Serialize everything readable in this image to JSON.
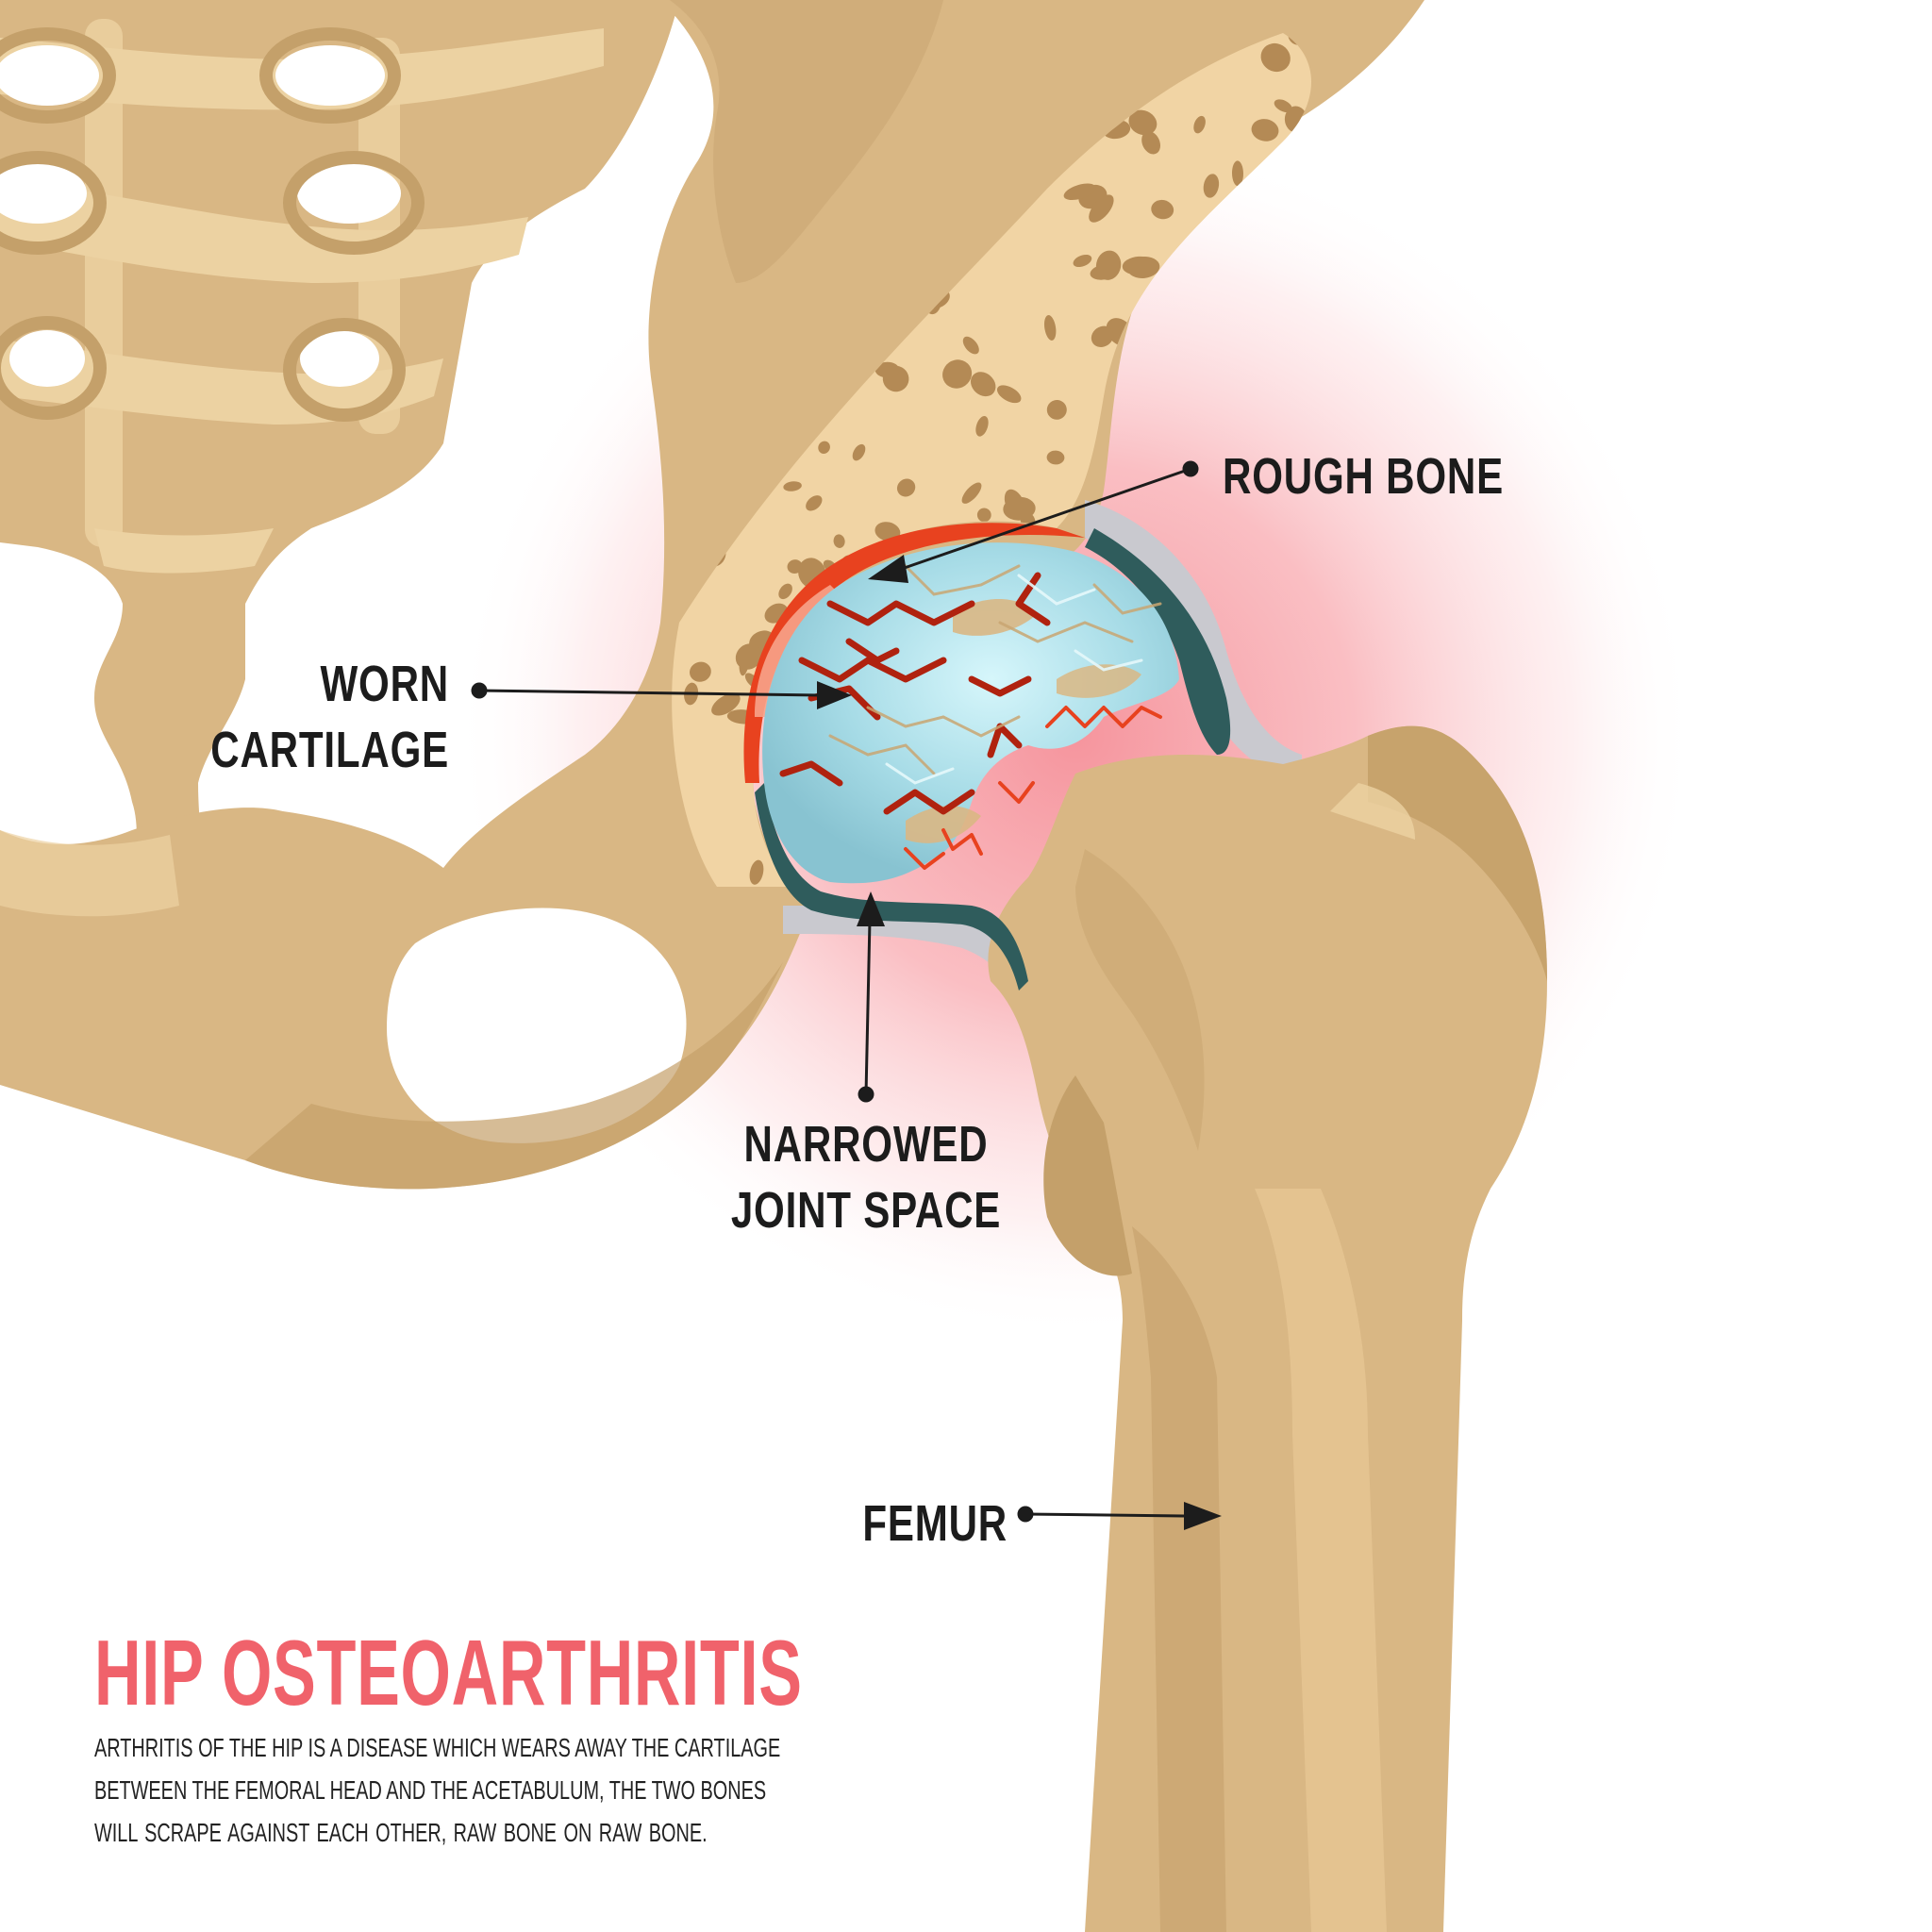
{
  "labels": {
    "rough_bone": "ROUGH BONE",
    "worn_cartilage": [
      "WORN",
      "CARTILAGE"
    ],
    "narrowed_joint_space": [
      "NARROWED",
      "JOINT SPACE"
    ],
    "femur": "FEMUR"
  },
  "title": "HIP OSTEOARTHRITIS",
  "description": [
    "ARTHRITIS OF THE HIP IS A DISEASE WHICH WEARS AWAY THE CARTILAGE",
    "BETWEEN THE FEMORAL HEAD AND THE ACETABULUM, THE TWO BONES",
    "WILL SCRAPE AGAINST EACH OTHER, RAW BONE ON RAW BONE."
  ],
  "colors": {
    "bone": "#d9b784",
    "bone_dark": "#c4a06a",
    "bone_light": "#ecd2a2",
    "spongy_bg": "#f1d4a4",
    "spongy_hole": "#b48a55",
    "cartilage": "#9fd3e0",
    "cartilage_light": "#c7eef5",
    "crack": "#cc2b1a",
    "inflammation": "#f7a8ad",
    "title": "#f0626b",
    "text": "#1c1c1c"
  }
}
